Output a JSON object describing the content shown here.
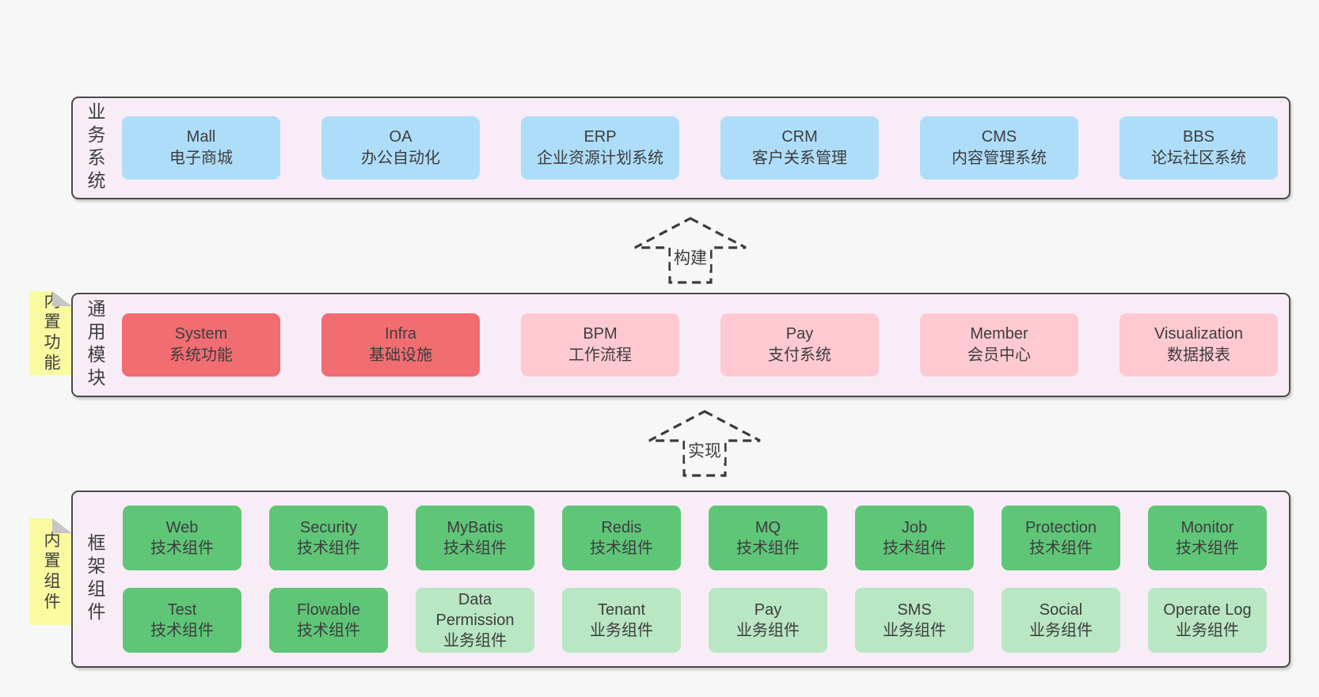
{
  "page": {
    "background": "#f7f7f7"
  },
  "palette": {
    "container_bg": "#f8edf6",
    "container_border": "#4a4a4a",
    "blue": "#aeddf9",
    "red": "#f26d72",
    "pink": "#ffc9d2",
    "green_dark": "#5fc678",
    "green_light": "#b9e6c3",
    "sticky_yellow": "#fafaa1",
    "fold_gray": "#c6c6c6",
    "text": "#3d3d3d"
  },
  "arrows": [
    {
      "label": "构建"
    },
    {
      "label": "实现"
    }
  ],
  "sections": [
    {
      "id": "business-systems",
      "side_label": "业务系统",
      "sticky": null,
      "rows": [
        [
          {
            "title": "Mall",
            "subtitle": "电子商城",
            "variant": "blue"
          },
          {
            "title": "OA",
            "subtitle": "办公自动化",
            "variant": "blue"
          },
          {
            "title": "ERP",
            "subtitle": "企业资源计划系统",
            "variant": "blue"
          },
          {
            "title": "CRM",
            "subtitle": "客户关系管理",
            "variant": "blue"
          },
          {
            "title": "CMS",
            "subtitle": "内容管理系统",
            "variant": "blue"
          },
          {
            "title": "BBS",
            "subtitle": "论坛社区系统",
            "variant": "blue"
          }
        ]
      ]
    },
    {
      "id": "common-modules",
      "side_label": "通用模块",
      "sticky": "内置功能",
      "rows": [
        [
          {
            "title": "System",
            "subtitle": "系统功能",
            "variant": "red"
          },
          {
            "title": "Infra",
            "subtitle": "基础设施",
            "variant": "red"
          },
          {
            "title": "BPM",
            "subtitle": "工作流程",
            "variant": "pink"
          },
          {
            "title": "Pay",
            "subtitle": "支付系统",
            "variant": "pink"
          },
          {
            "title": "Member",
            "subtitle": "会员中心",
            "variant": "pink"
          },
          {
            "title": "Visualization",
            "subtitle": "数据报表",
            "variant": "pink"
          }
        ]
      ]
    },
    {
      "id": "framework-components",
      "side_label": "框架组件",
      "sticky": "内置组件",
      "rows": [
        [
          {
            "title": "Web",
            "subtitle": "技术组件",
            "variant": "gdark"
          },
          {
            "title": "Security",
            "subtitle": "技术组件",
            "variant": "gdark"
          },
          {
            "title": "MyBatis",
            "subtitle": "技术组件",
            "variant": "gdark"
          },
          {
            "title": "Redis",
            "subtitle": "技术组件",
            "variant": "gdark"
          },
          {
            "title": "MQ",
            "subtitle": "技术组件",
            "variant": "gdark"
          },
          {
            "title": "Job",
            "subtitle": "技术组件",
            "variant": "gdark"
          },
          {
            "title": "Protection",
            "subtitle": "技术组件",
            "variant": "gdark"
          },
          {
            "title": "Monitor",
            "subtitle": "技术组件",
            "variant": "gdark"
          }
        ],
        [
          {
            "title": "Test",
            "subtitle": "技术组件",
            "variant": "gdark"
          },
          {
            "title": "Flowable",
            "subtitle": "技术组件",
            "variant": "gdark"
          },
          {
            "title": "Data Permission",
            "subtitle": "业务组件",
            "variant": "glight"
          },
          {
            "title": "Tenant",
            "subtitle": "业务组件",
            "variant": "glight"
          },
          {
            "title": "Pay",
            "subtitle": "业务组件",
            "variant": "glight"
          },
          {
            "title": "SMS",
            "subtitle": "业务组件",
            "variant": "glight"
          },
          {
            "title": "Social",
            "subtitle": "业务组件",
            "variant": "glight"
          },
          {
            "title": "Operate Log",
            "subtitle": "业务组件",
            "variant": "glight"
          }
        ]
      ]
    }
  ]
}
